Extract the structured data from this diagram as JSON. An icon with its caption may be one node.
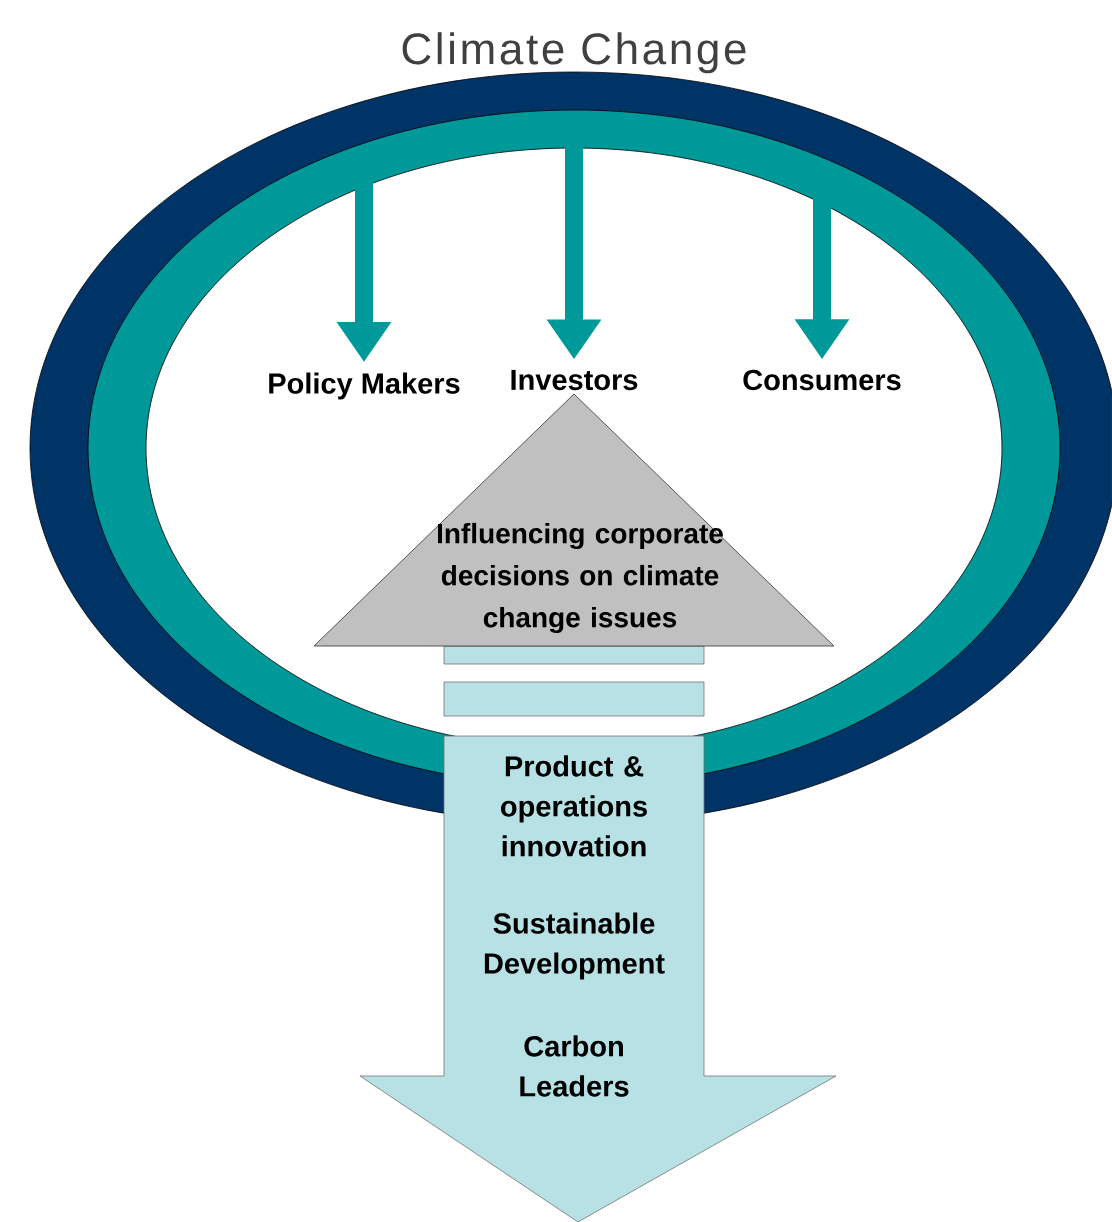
{
  "diagram": {
    "nodes": [
      {
        "text": [
          "Climate Change"
        ]
      },
      {
        "text": [
          "Policy Makers"
        ],
        "in": 0
      },
      {
        "text": [
          "Investors"
        ],
        "in": 0
      },
      {
        "text": [
          "Consumers"
        ],
        "in": 0
      },
      {
        "text": [
          "Influencing corporate decisions on climate change issues"
        ],
        "in": 0
      },
      {
        "text": [],
        "shape": "bar",
        "in": 0
      },
      {
        "text": [],
        "shape": "bar",
        "in": 0
      },
      {
        "text": [
          "Product & operations innovation",
          "Sustainable Development",
          "Carbon Leaders"
        ]
      }
    ],
    "edges": [
      {
        "from": 0,
        "to": 1,
        "arrow": "to"
      },
      {
        "from": 0,
        "to": 2,
        "arrow": "to"
      },
      {
        "from": 0,
        "to": 3,
        "arrow": "to"
      }
    ]
  }
}
